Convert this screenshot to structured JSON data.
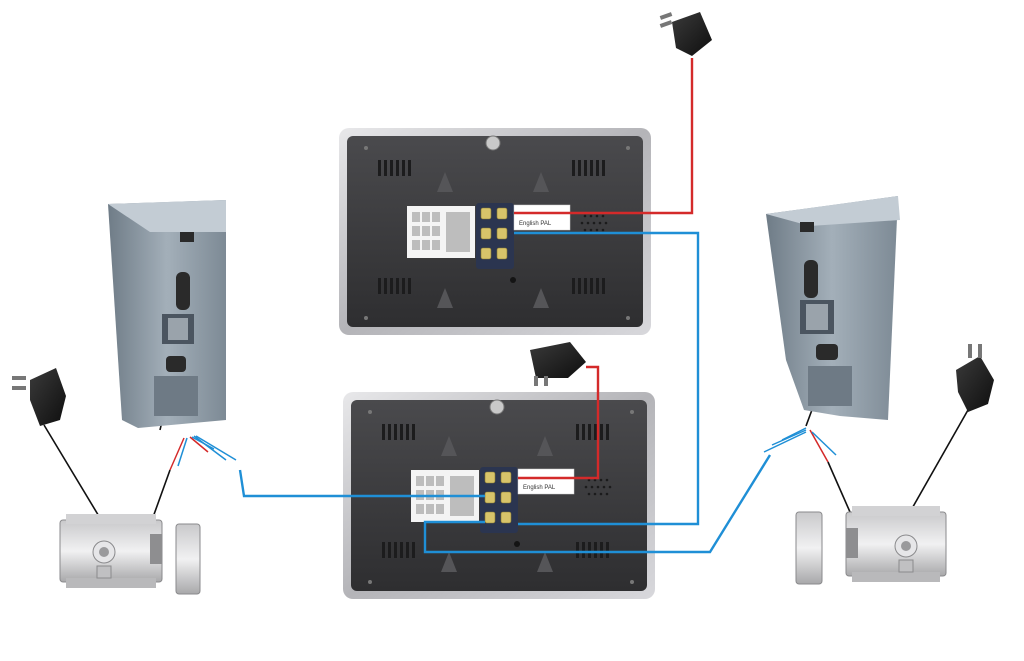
{
  "monitors": [
    {
      "id": "monitor-top",
      "label_text": "English PAL"
    },
    {
      "id": "monitor-bottom",
      "label_text": "English PAL"
    }
  ],
  "outdoor_stations": [
    {
      "id": "doorbell-left"
    },
    {
      "id": "doorbell-right"
    }
  ],
  "power_adapters": [
    {
      "id": "adapter-top"
    },
    {
      "id": "adapter-middle"
    },
    {
      "id": "adapter-left"
    },
    {
      "id": "adapter-right"
    }
  ],
  "locks": [
    {
      "id": "lock-left"
    },
    {
      "id": "lock-right"
    }
  ],
  "colors": {
    "power_wire": "#d42a2a",
    "signal_wire": "#1f8fd6",
    "lock_wire": "#111111",
    "monitor_body": "#3a3a3c",
    "monitor_frame": "#c8c8cc",
    "doorbell_body": "#8d9aa5"
  }
}
